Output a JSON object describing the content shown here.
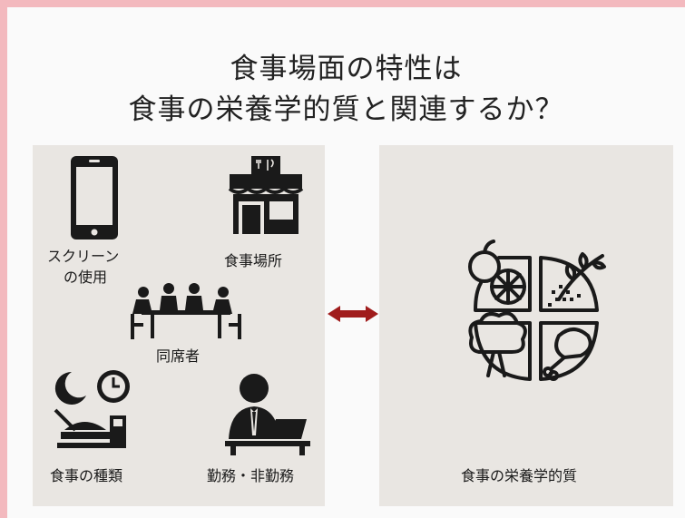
{
  "title": {
    "line1": "食事場面の特性は",
    "line2": "食事の栄養学的質と関連するか？"
  },
  "factors": {
    "screen_line1": "スクリーン",
    "screen_line2": "の使用",
    "place": "食事場所",
    "companions": "同席者",
    "meal_type": "食事の種類",
    "work": "勤務・非勤務"
  },
  "outcome": {
    "label": "食事の栄養学的質"
  },
  "colors": {
    "border": "#f3b9be",
    "panel": "#e9e6e2",
    "arrow": "#a01c1c",
    "icon": "#1a1a1a"
  },
  "icons": [
    "smartphone-icon",
    "restaurant-icon",
    "meeting-table-icon",
    "night-clock-meal-icon",
    "office-worker-icon",
    "food-plate-icon",
    "double-arrow-icon"
  ]
}
